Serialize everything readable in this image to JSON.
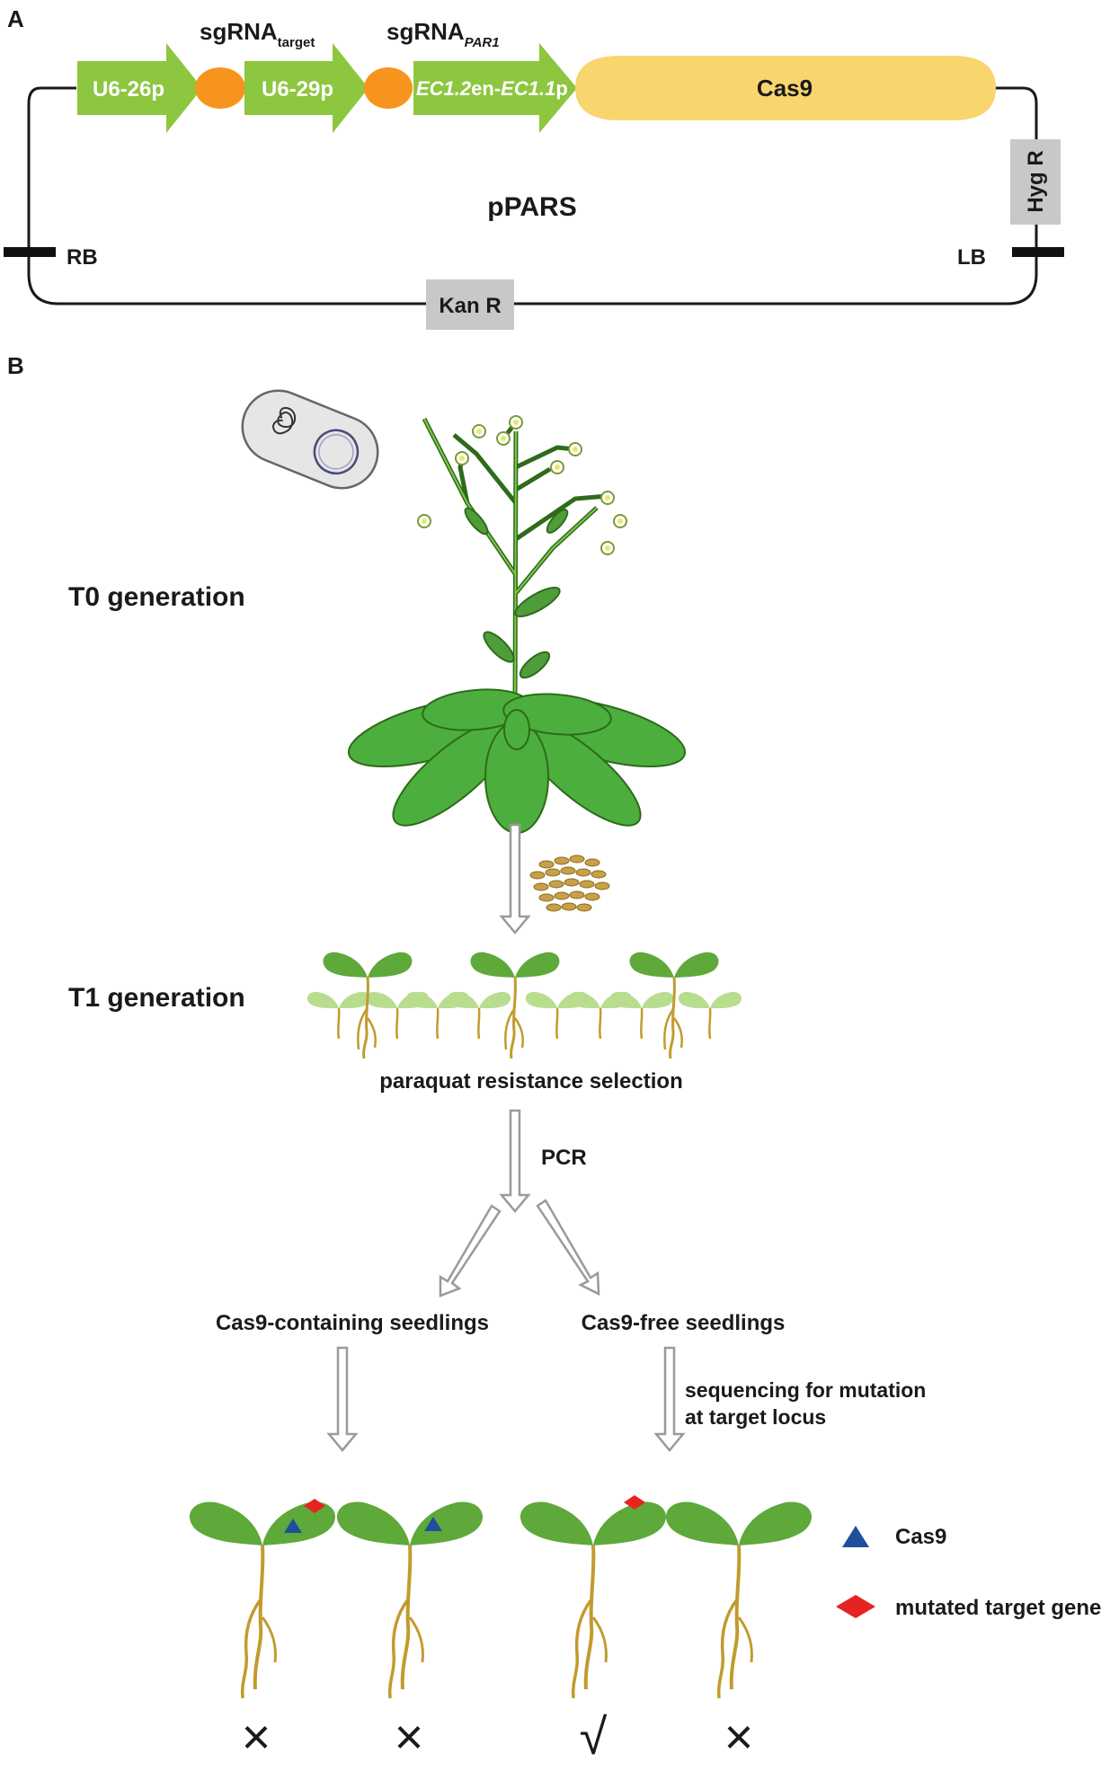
{
  "panels": {
    "a": "A",
    "b": "B"
  },
  "vector": {
    "name": "pPARS",
    "promoters": {
      "u6_26": "U6-26p",
      "u6_29": "U6-29p"
    },
    "ec_promoter": {
      "part1": "EC1.2",
      "part2": "en-",
      "part3": "EC1.1",
      "part4": "p"
    },
    "sgrna_target": {
      "base": "sgRNA",
      "sub": "target"
    },
    "sgrna_par1": {
      "base": "sgRNA",
      "sub": "PAR1"
    },
    "cas9": "Cas9",
    "hyg": "Hyg R",
    "kan": "Kan R",
    "rb": "RB",
    "lb": "LB"
  },
  "workflow": {
    "t0": "T0 generation",
    "t1": "T1 generation",
    "selection": "paraquat resistance selection",
    "pcr": "PCR",
    "cas9_containing": "Cas9-containing seedlings",
    "cas9_free": "Cas9-free seedlings",
    "sequencing_line1": "sequencing for mutation",
    "sequencing_line2": "at target locus"
  },
  "legend": {
    "cas9": "Cas9",
    "mutated": "mutated target gene"
  },
  "outcomes": [
    "×",
    "×",
    "√",
    "×"
  ],
  "colors": {
    "promoter_green": "#8dc63f",
    "sgrna_orange": "#f7941d",
    "cas9_yellow": "#f9d56e",
    "marker_gray": "#c8c8c8",
    "leaf_green": "#5fa83a",
    "pale_green": "#b8dd8f",
    "root_brown": "#c29b2e",
    "cas9_blue": "#1f4e9c",
    "mutation_red": "#e52421"
  }
}
